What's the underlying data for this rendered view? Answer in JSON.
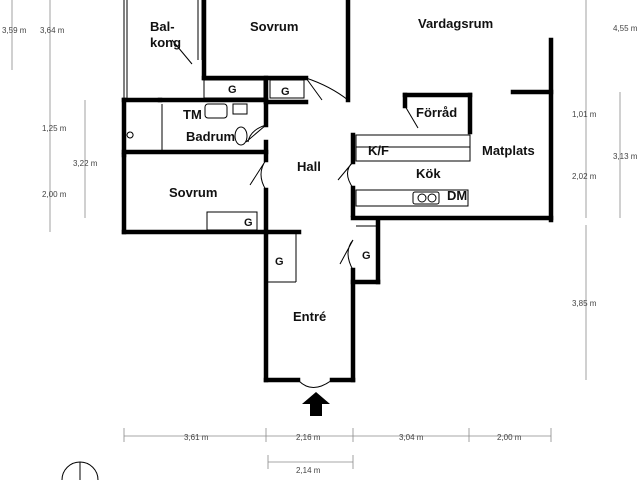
{
  "rooms": {
    "balkong_line1": "Bal-",
    "balkong_line2": "kong",
    "sovrum_top": "Sovrum",
    "vardagsrum": "Vardagsrum",
    "tm": "TM",
    "badrum": "Badrum",
    "forrad": "Förråd",
    "kf": "K/F",
    "matplats": "Matplats",
    "hall": "Hall",
    "kok": "Kök",
    "dm": "DM",
    "sovrum_bottom": "Sovrum",
    "entre": "Entré"
  },
  "closets": {
    "g1": "G",
    "g2": "G",
    "g3": "G",
    "g4": "G",
    "g5": "G"
  },
  "dimensions": {
    "left_1": "3,59 m",
    "left_2": "3,64 m",
    "left_3": "1,25 m",
    "left_4": "3,22 m",
    "left_5": "2,00 m",
    "right_1": "4,55 m",
    "right_2": "1,01 m",
    "right_3": "3,13 m",
    "right_4": "2,02 m",
    "right_5": "3,85 m",
    "bottom_1": "3,61 m",
    "bottom_2": "2,16 m",
    "bottom_3": "3,04 m",
    "bottom_4": "2,00 m",
    "bottom_5": "2,14 m"
  }
}
